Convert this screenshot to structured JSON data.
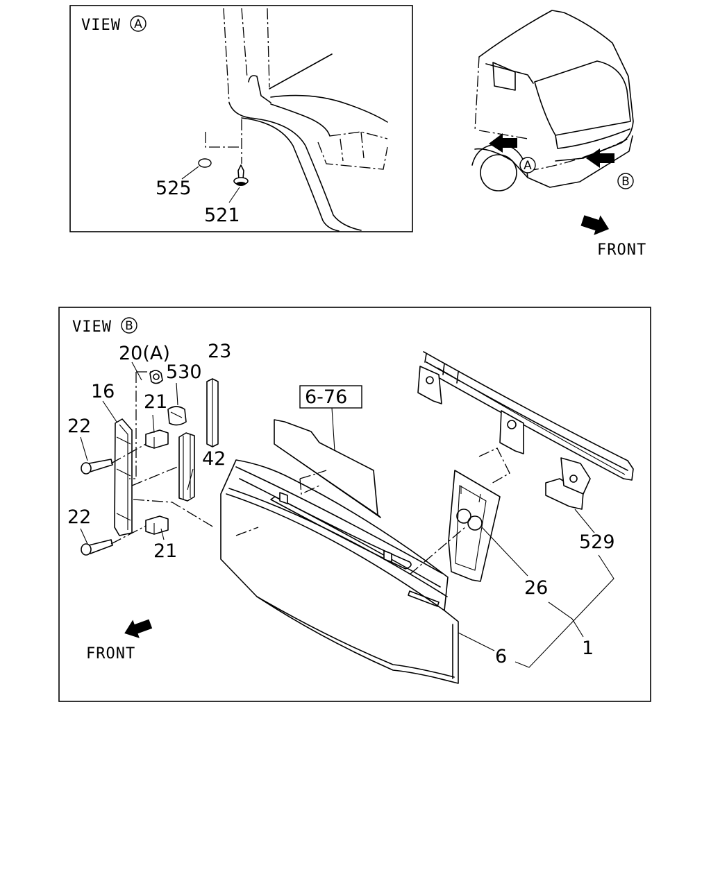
{
  "view_a": {
    "title": "VIEW",
    "marker": "A",
    "labels": {
      "p525": "525",
      "p521": "521"
    }
  },
  "overview": {
    "marker_a": "A",
    "marker_b": "B",
    "front": "FRONT"
  },
  "view_b": {
    "title": "VIEW",
    "marker": "B",
    "front": "FRONT",
    "labels": {
      "p20a": "20(A)",
      "p530": "530",
      "p23": "23",
      "p16": "16",
      "p21_top": "21",
      "p22_top": "22",
      "p42": "42",
      "p6_76": "6-76",
      "p22_bottom": "22",
      "p21_bottom": "21",
      "p529": "529",
      "p26": "26",
      "p1": "1",
      "p6": "6"
    }
  }
}
